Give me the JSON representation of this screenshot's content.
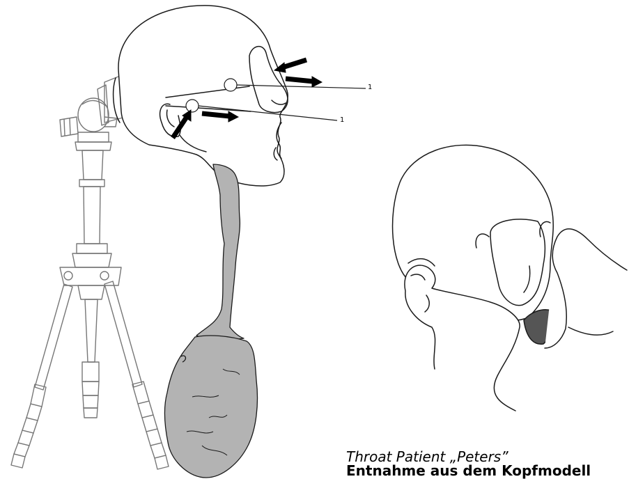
{
  "callouts": [
    {
      "label": "1"
    },
    {
      "label": "1"
    }
  ],
  "caption": {
    "title": "Throat Patient „Peters”",
    "subtitle": "Entnahme aus dem Kopfmodell"
  },
  "colors": {
    "line": "#1a1a1a",
    "tripod": "#777777",
    "airway_fill": "#b3b3b3",
    "cavity_fill": "#555555",
    "arrow": "#000000"
  }
}
